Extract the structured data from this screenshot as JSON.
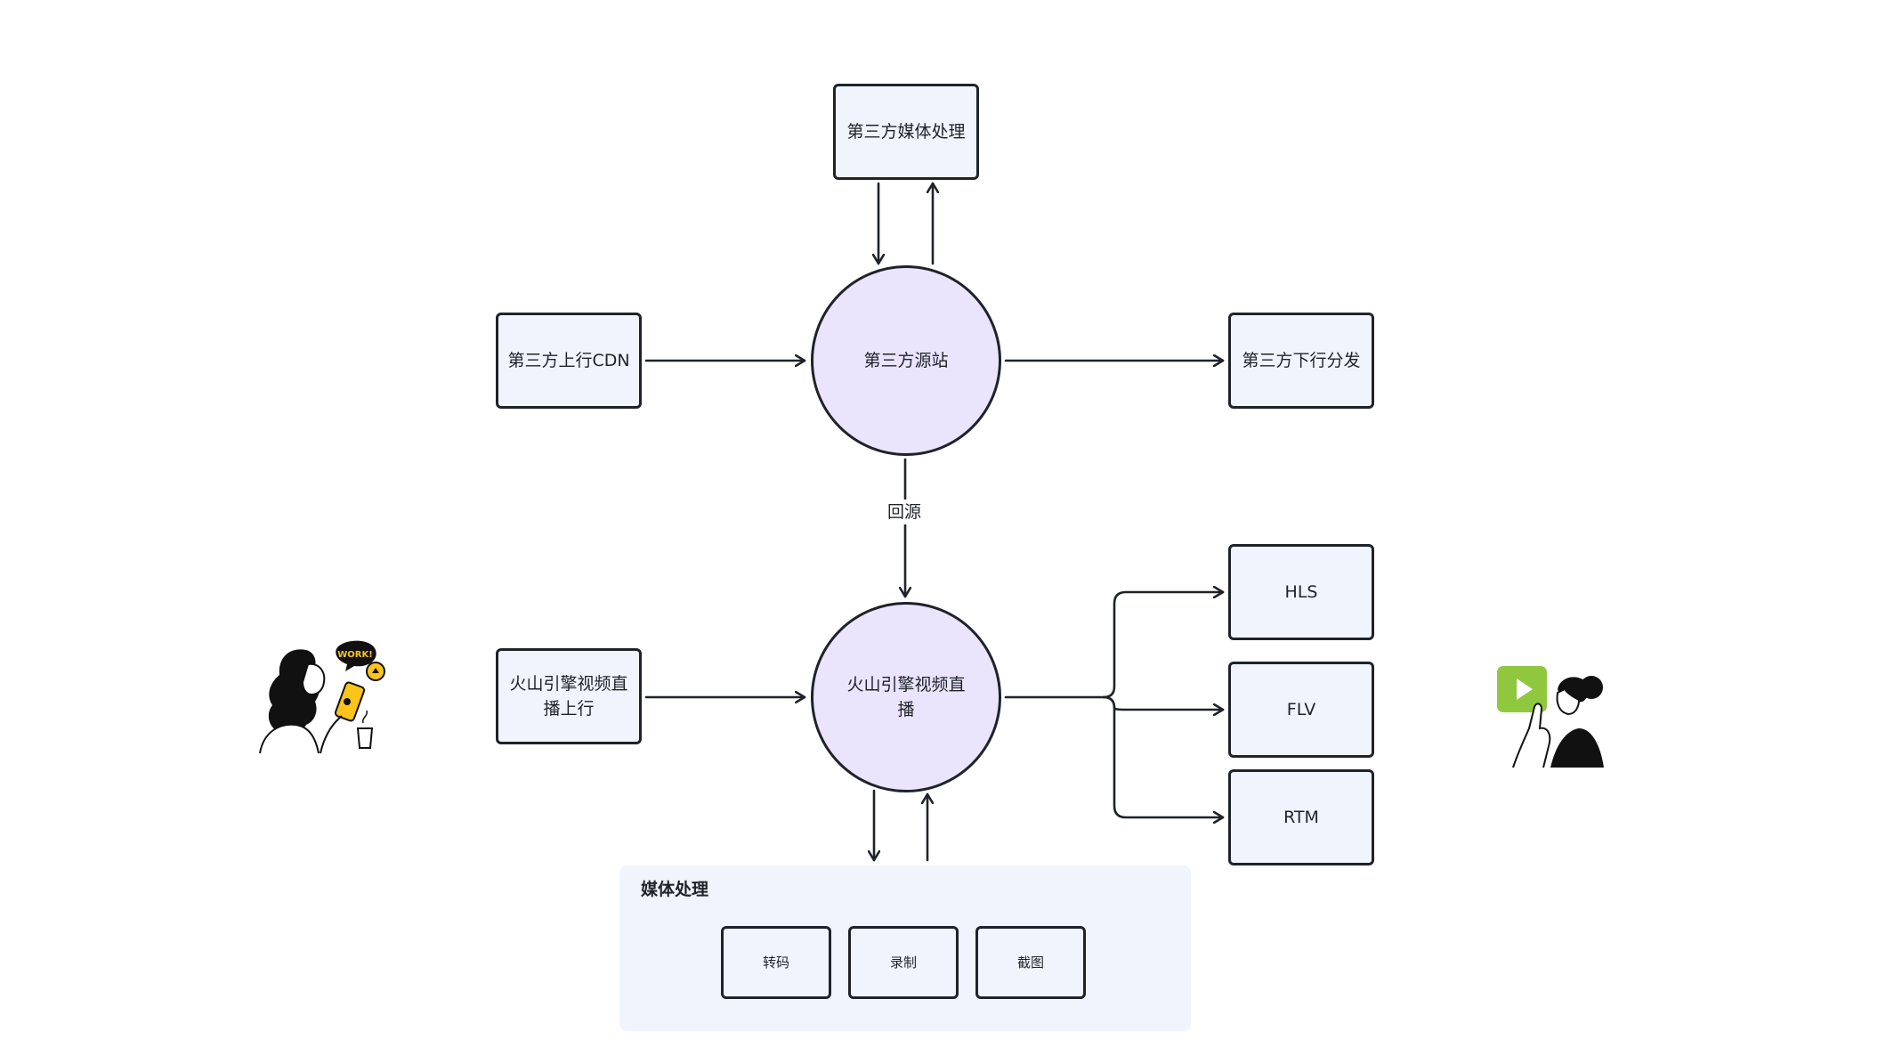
{
  "nodes": {
    "media_processing_3p": "第三方媒体处理",
    "upstream_cdn_3p": "第三方上行CDN",
    "origin_3p": "第三方源站",
    "downstream_3p": "第三方下行分发",
    "volc_upstream": "火山引擎视频直播上行",
    "volc_live": "火山引擎视频直播",
    "hls": "HLS",
    "flv": "FLV",
    "rtm": "RTM"
  },
  "edge_labels": {
    "back_to_origin": "回源"
  },
  "media_group": {
    "title": "媒体处理",
    "items": [
      "转码",
      "录制",
      "截图"
    ]
  },
  "illustrations": {
    "left": "person-with-phone-icon",
    "right": "person-pressing-play-icon",
    "left_bubble_text": "WORK!"
  },
  "colors": {
    "box_fill": "#f0f4fd",
    "circle_fill": "#ebe4fd",
    "stroke": "#1f2329",
    "accent_yellow": "#fcc419",
    "accent_green": "#8fc73e"
  }
}
